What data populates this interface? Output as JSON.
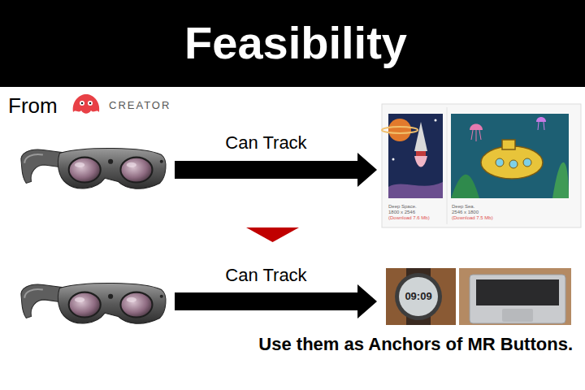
{
  "diagram": {
    "title": "Feasibility",
    "labels": [
      "From",
      "CREATOR",
      "Can Track",
      "Deep Space.",
      "1800 x 2546",
      "(Download 7.6 Mb)",
      "Deep Sea.",
      "2546 x 1800",
      "(Download 7.5 Mb)",
      "Can Track",
      "09:09",
      "Use them as Anchors of MR Buttons."
    ]
  }
}
